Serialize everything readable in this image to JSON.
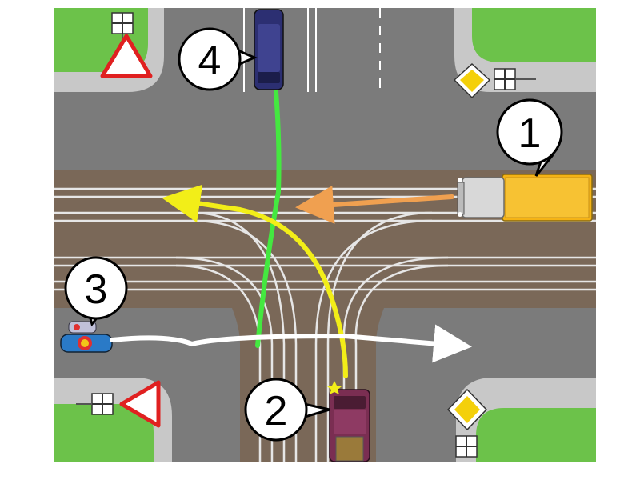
{
  "vehicles": [
    {
      "number": "1",
      "type": "truck",
      "color": "#f5b316",
      "direction": "left"
    },
    {
      "number": "2",
      "type": "car",
      "color": "#7a2e52",
      "direction": "left-turn",
      "signal": "left-turn-indicator"
    },
    {
      "number": "3",
      "type": "motorcycle",
      "color": "#2a7ac7",
      "direction": "straight"
    },
    {
      "number": "4",
      "type": "car",
      "color": "#2c2f72",
      "direction": "straight"
    }
  ],
  "signs": [
    {
      "type": "yield",
      "icon": "yield-sign-icon"
    },
    {
      "type": "yield",
      "icon": "yield-sign-icon"
    },
    {
      "type": "priority-road",
      "icon": "priority-road-sign-icon"
    },
    {
      "type": "priority-road",
      "icon": "priority-road-sign-icon"
    }
  ],
  "paths": [
    {
      "vehicle": "1",
      "color": "#f0a050"
    },
    {
      "vehicle": "2",
      "color": "#f2ee18"
    },
    {
      "vehicle": "3",
      "color": "#ffffff"
    },
    {
      "vehicle": "4",
      "color": "#44e840"
    }
  ],
  "colors": {
    "grass": "#6cc24a",
    "sidewalk": "#c8c8c8",
    "road": "#7b7b7b",
    "tram_area": "#7a6858",
    "rail": "#e6e6e6"
  }
}
